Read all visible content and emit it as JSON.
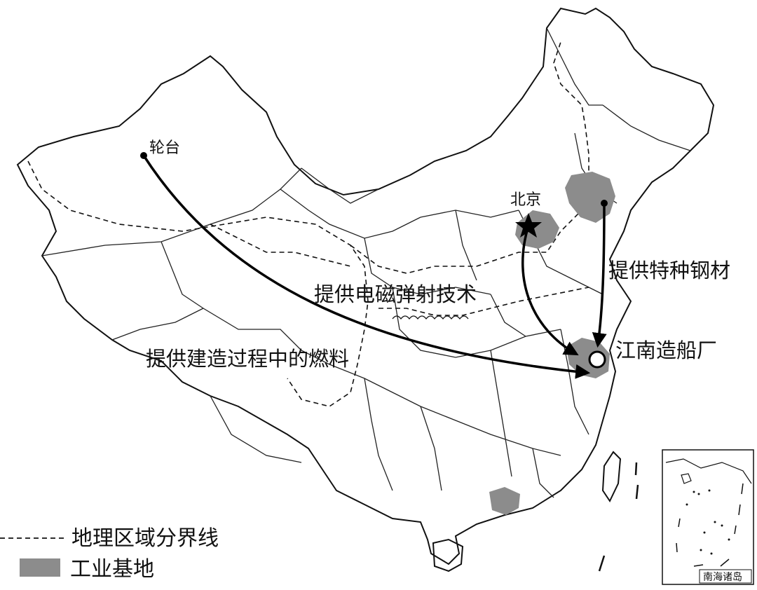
{
  "map": {
    "places": {
      "luntai": "轮台",
      "beijing": "北京",
      "shipyard": "江南造船厂"
    },
    "flows": [
      {
        "id": "fuel",
        "label": "提供建造过程中的燃料"
      },
      {
        "id": "emals",
        "label": "提供电磁弹射技术"
      },
      {
        "id": "steel",
        "label": "提供特种钢材"
      }
    ],
    "inset_label": "南海诸岛",
    "legend": [
      {
        "id": "boundary",
        "label": "地理区域分界线",
        "symbol": "dashed-line"
      },
      {
        "id": "industrial",
        "label": "工业基地",
        "symbol": "gray-fill"
      }
    ],
    "colors": {
      "industrial_base": "#8c8c8c",
      "outline": "#111111",
      "arrow": "#000000"
    }
  }
}
